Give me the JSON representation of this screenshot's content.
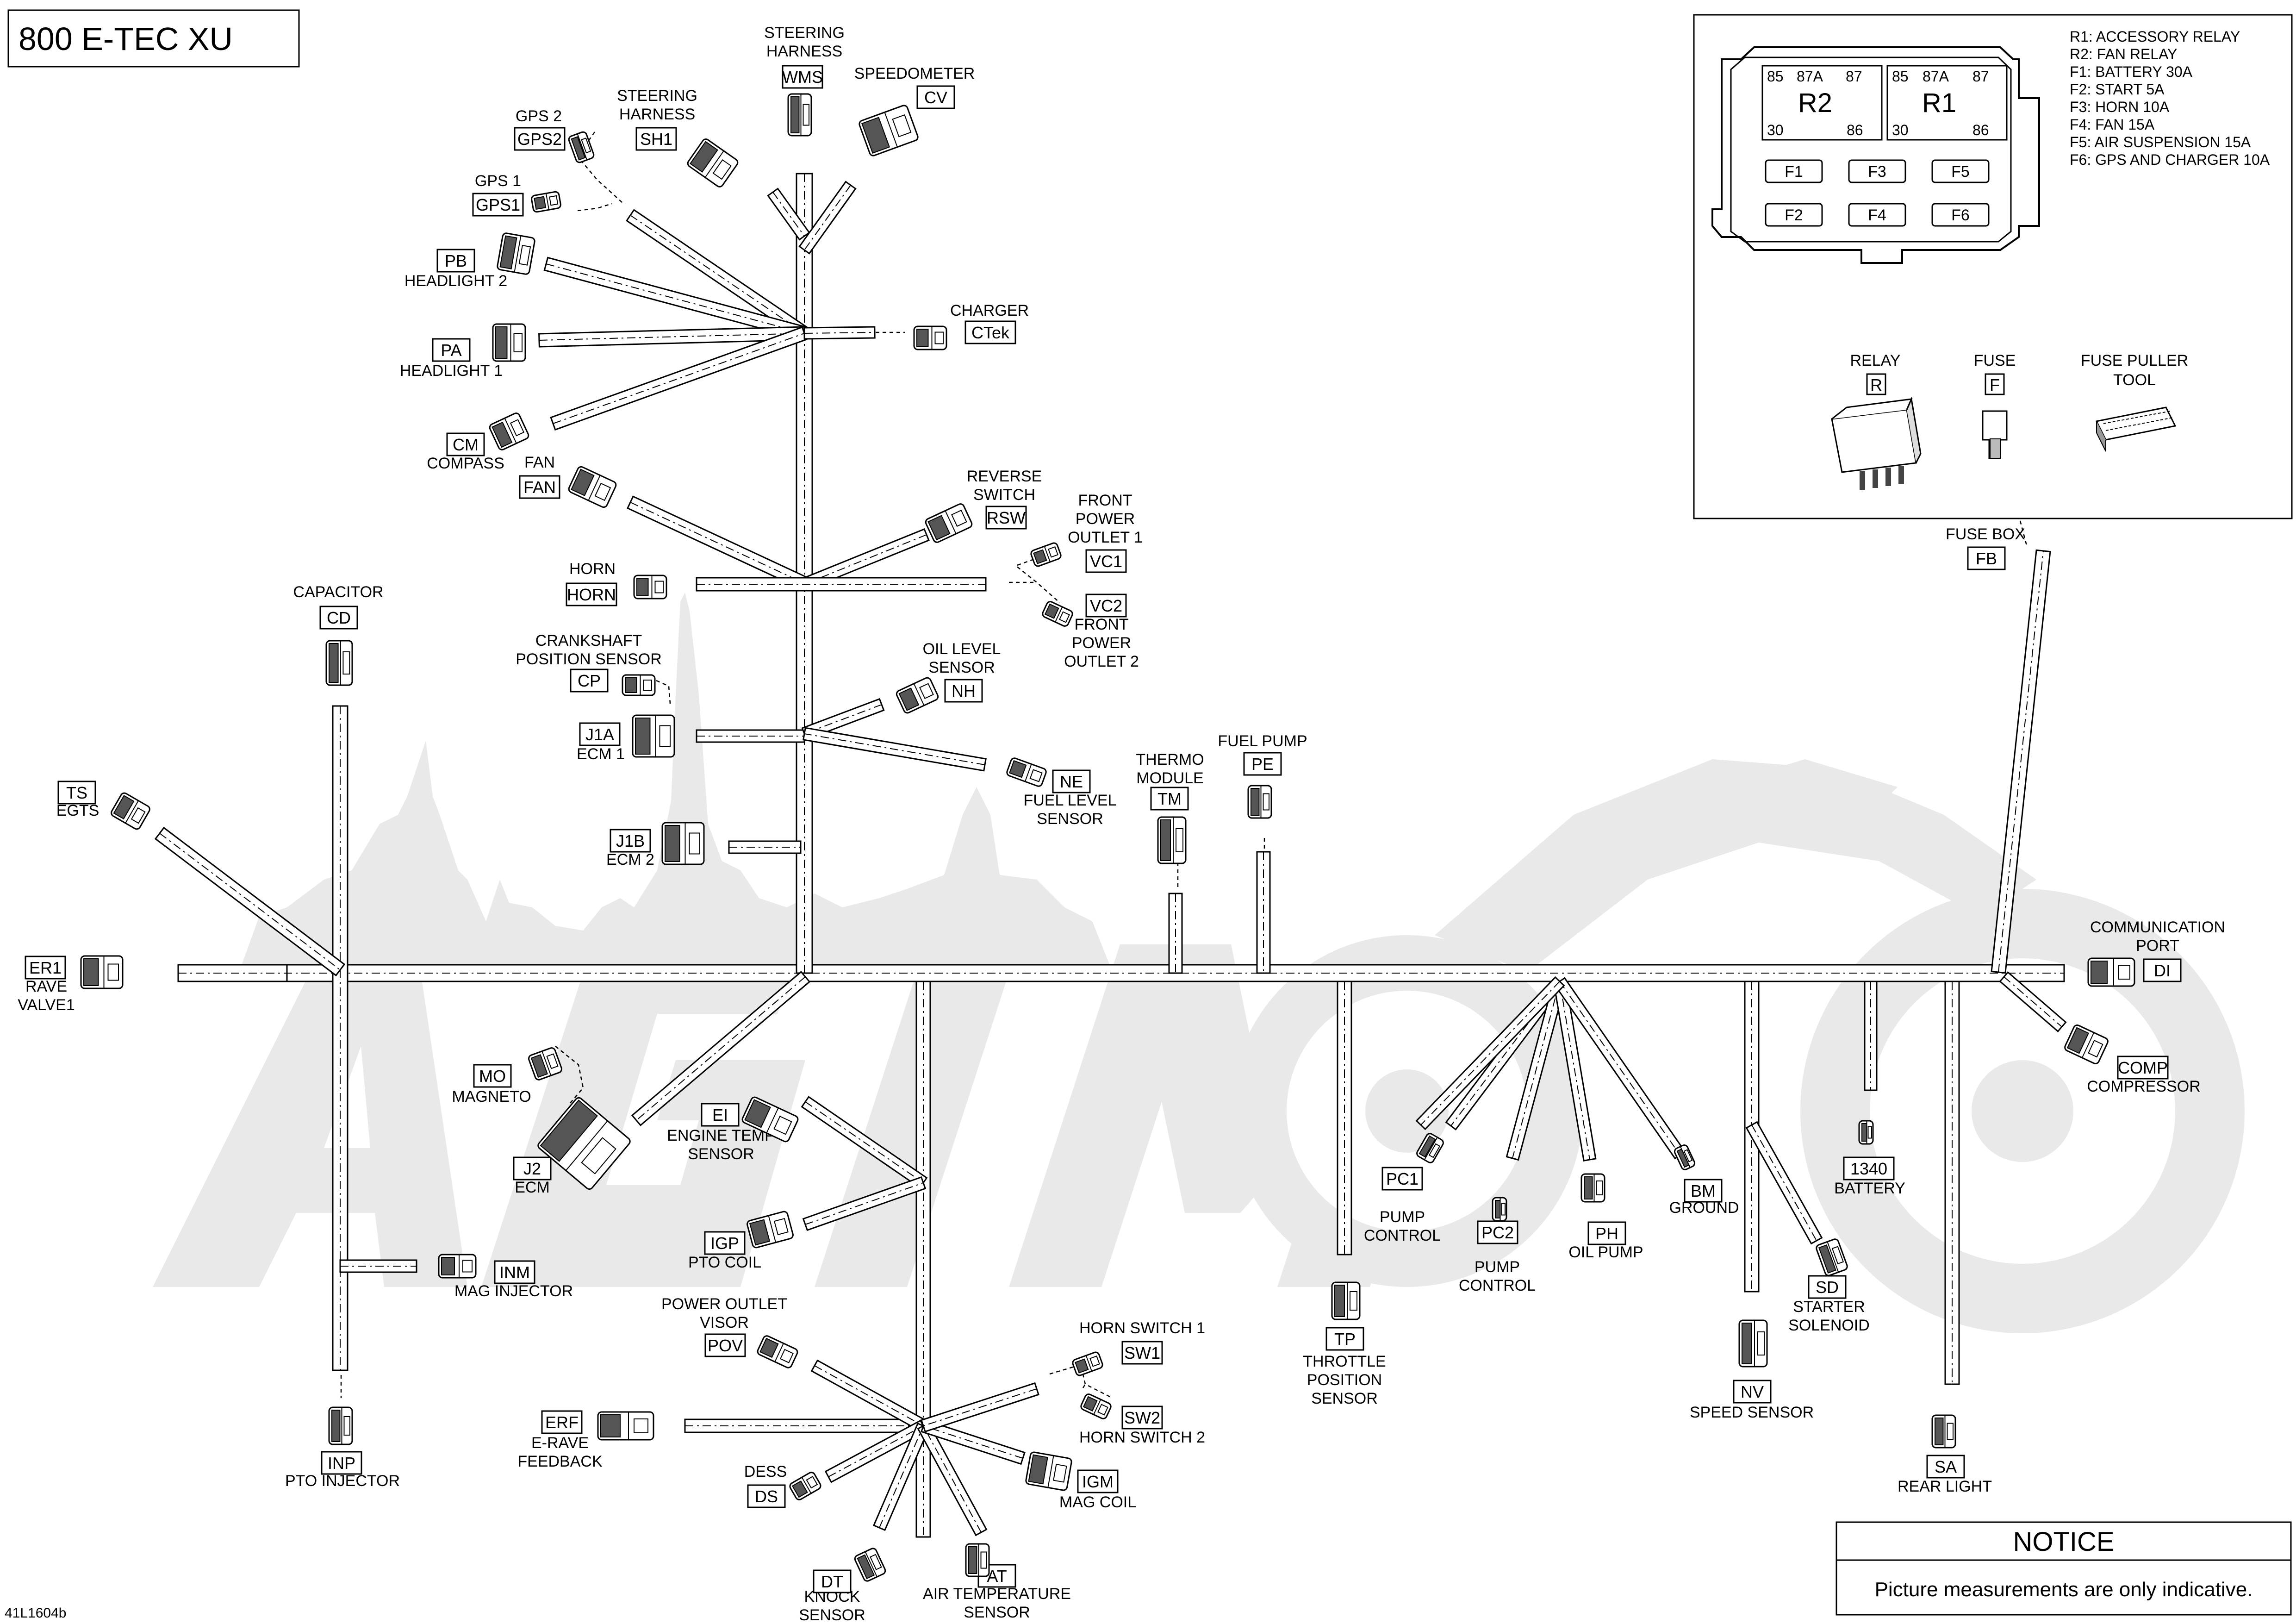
{
  "title": "800 E-TEC XU",
  "reference": "41L1604b",
  "notice": {
    "title": "NOTICE",
    "text": "Picture measurements are only indicative."
  },
  "fuse_box": {
    "legend": [
      "R1: ACCESSORY RELAY",
      "R2: FAN RELAY",
      "F1: BATTERY 30A",
      "F2: START 5A",
      "F3: HORN 10A",
      "F4: FAN 15A",
      "F5: AIR SUSPENSION 15A",
      "F6: GPS AND CHARGER 10A"
    ],
    "relays": [
      {
        "name": "R2",
        "pins": [
          "85",
          "87A",
          "87",
          "30",
          "86"
        ]
      },
      {
        "name": "R1",
        "pins": [
          "85",
          "87A",
          "87",
          "30",
          "86"
        ]
      }
    ],
    "fuses": [
      "F1",
      "F3",
      "F5",
      "F2",
      "F4",
      "F6"
    ],
    "parts": [
      {
        "name": "RELAY",
        "code": "R"
      },
      {
        "name": "FUSE",
        "code": "F"
      },
      {
        "name": "FUSE PULLER TOOL",
        "code": ""
      }
    ]
  },
  "components": {
    "wms": {
      "code": "WMS",
      "name": "STEERING HARNESS"
    },
    "cv": {
      "code": "CV",
      "name": "SPEEDOMETER"
    },
    "sh1": {
      "code": "SH1",
      "name": "STEERING HARNESS"
    },
    "gps2": {
      "code": "GPS2",
      "name": "GPS 2"
    },
    "gps1": {
      "code": "GPS1",
      "name": "GPS 1"
    },
    "pb": {
      "code": "PB",
      "name": "HEADLIGHT 2"
    },
    "pa": {
      "code": "PA",
      "name": "HEADLIGHT 1"
    },
    "ctek": {
      "code": "CTek",
      "name": "CHARGER"
    },
    "cm": {
      "code": "CM",
      "name": "COMPASS"
    },
    "fan": {
      "code": "FAN",
      "name": "FAN"
    },
    "rsw": {
      "code": "RSW",
      "name": "REVERSE SWITCH"
    },
    "vc1": {
      "code": "VC1",
      "name": "FRONT POWER OUTLET 1"
    },
    "vc2": {
      "code": "VC2",
      "name": "FRONT POWER OUTLET 2"
    },
    "horn": {
      "code": "HORN",
      "name": "HORN"
    },
    "cd": {
      "code": "CD",
      "name": "CAPACITOR"
    },
    "cp": {
      "code": "CP",
      "name": "CRANKSHAFT POSITION SENSOR"
    },
    "nh": {
      "code": "NH",
      "name": "OIL LEVEL SENSOR"
    },
    "j1a": {
      "code": "J1A",
      "name": "ECM 1"
    },
    "ne": {
      "code": "NE",
      "name": "FUEL LEVEL SENSOR"
    },
    "tm": {
      "code": "TM",
      "name": "THERMO MODULE"
    },
    "pe": {
      "code": "PE",
      "name": "FUEL PUMP"
    },
    "ts": {
      "code": "TS",
      "name": "EGTS"
    },
    "j1b": {
      "code": "J1B",
      "name": "ECM 2"
    },
    "fb": {
      "code": "FB",
      "name": "FUSE BOX"
    },
    "di": {
      "code": "DI",
      "name": "COMMUNICATION PORT"
    },
    "er1": {
      "code": "ER1",
      "name": "RAVE VALVE1"
    },
    "comp": {
      "code": "COMP",
      "name": "COMPRESSOR"
    },
    "mo": {
      "code": "MO",
      "name": "MAGNETO"
    },
    "j2": {
      "code": "J2",
      "name": "ECM"
    },
    "ei": {
      "code": "EI",
      "name": "ENGINE TEMP SENSOR"
    },
    "igp": {
      "code": "IGP",
      "name": "PTO COIL"
    },
    "inm": {
      "code": "INM",
      "name": "MAG INJECTOR"
    },
    "pc1": {
      "code": "PC1",
      "name": "PUMP CONTROL"
    },
    "pc2": {
      "code": "PC2",
      "name": "PUMP CONTROL"
    },
    "ph": {
      "code": "PH",
      "name": "OIL PUMP"
    },
    "bm": {
      "code": "BM",
      "name": "GROUND"
    },
    "bat": {
      "code": "1340",
      "name": "BATTERY"
    },
    "sd": {
      "code": "SD",
      "name": "STARTER SOLENOID"
    },
    "tp": {
      "code": "TP",
      "name": "THROTTLE POSITION SENSOR"
    },
    "nv": {
      "code": "NV",
      "name": "SPEED SENSOR"
    },
    "sa": {
      "code": "SA",
      "name": "REAR LIGHT"
    },
    "pov": {
      "code": "POV",
      "name": "POWER OUTLET VISOR"
    },
    "sw1": {
      "code": "SW1",
      "name": "HORN SWITCH 1"
    },
    "sw2": {
      "code": "SW2",
      "name": "HORN SWITCH 2"
    },
    "erf": {
      "code": "ERF",
      "name": "E-RAVE FEEDBACK"
    },
    "igm": {
      "code": "IGM",
      "name": "MAG COIL"
    },
    "ds": {
      "code": "DS",
      "name": "DESS"
    },
    "inp": {
      "code": "INP",
      "name": "PTO INJECTOR"
    },
    "dt": {
      "code": "DT",
      "name": "KNOCK SENSOR"
    },
    "at": {
      "code": "AT",
      "name": "AIR TEMPERATURE SENSOR"
    }
  }
}
